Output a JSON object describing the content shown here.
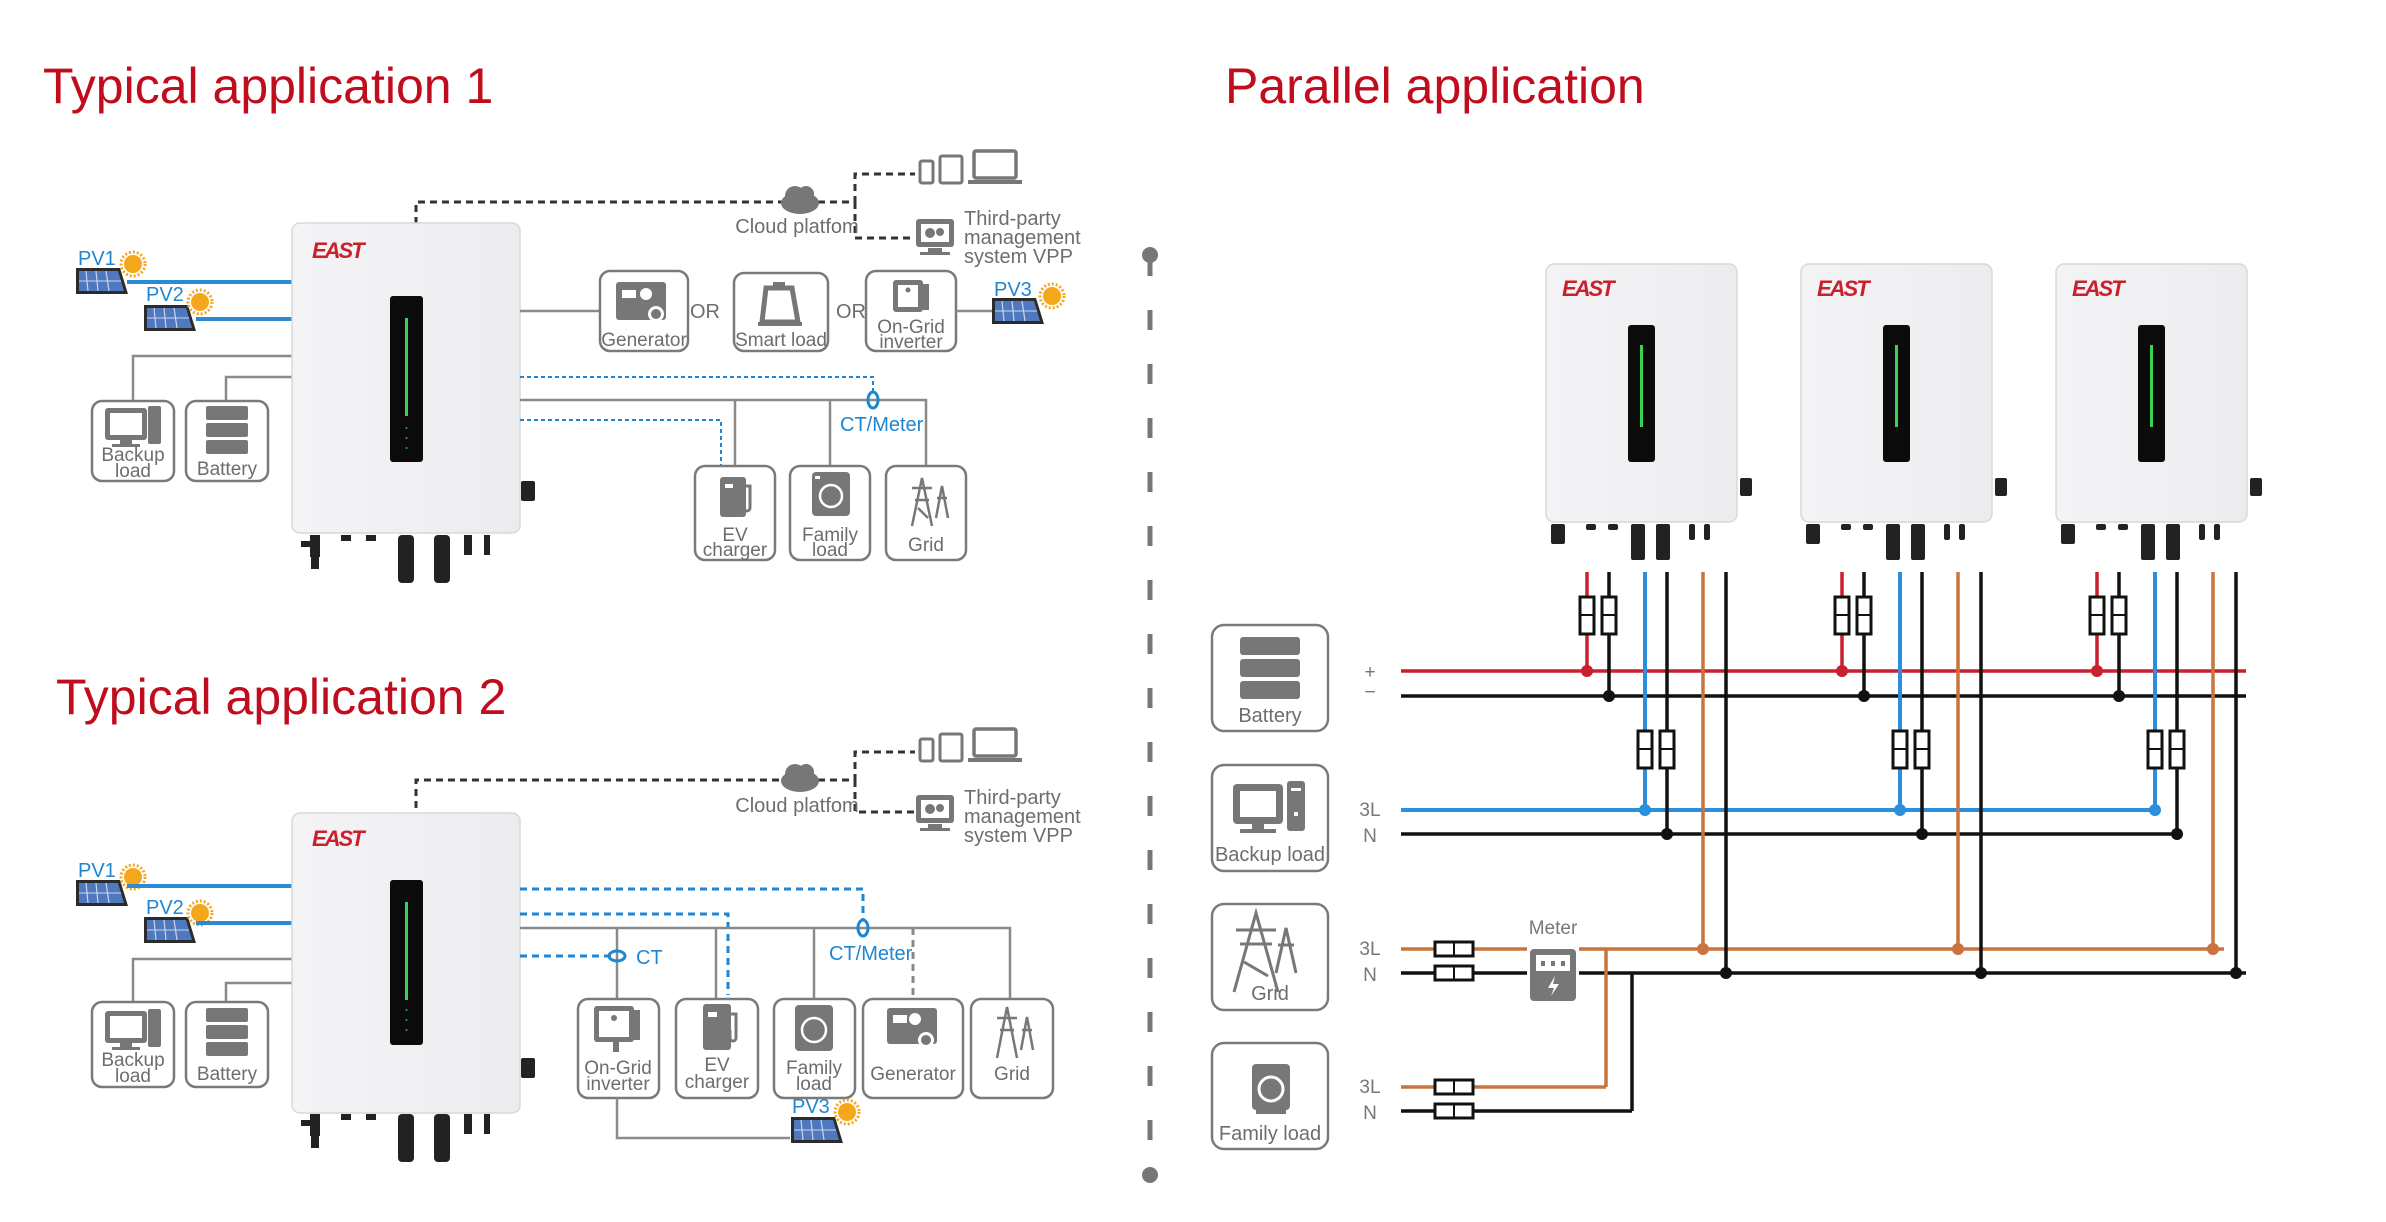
{
  "sections": {
    "app1": {
      "title": "Typical application 1",
      "pv1": "PV1",
      "pv2": "PV2",
      "pv3": "PV3",
      "cloud": "Cloud platfom",
      "vpp": [
        "Third-party",
        "management",
        "system VPP"
      ],
      "or": "OR",
      "options": [
        {
          "name": "generator",
          "lines": [
            "Generator"
          ]
        },
        {
          "name": "smart-load",
          "lines": [
            "Smart load"
          ]
        },
        {
          "name": "on-grid-inverter",
          "lines": [
            "On-Grid",
            "inverter"
          ]
        }
      ],
      "left_devices": [
        {
          "name": "backup-load",
          "lines": [
            "Backup",
            "load"
          ]
        },
        {
          "name": "battery",
          "lines": [
            "Battery"
          ]
        }
      ],
      "ct_label": "CT/Meter",
      "loads": [
        {
          "name": "ev-charger",
          "lines": [
            "EV",
            "charger"
          ]
        },
        {
          "name": "family-load",
          "lines": [
            "Family",
            "load"
          ]
        },
        {
          "name": "grid",
          "lines": [
            "Grid"
          ]
        }
      ]
    },
    "app2": {
      "title": "Typical application 2",
      "pv1": "PV1",
      "pv2": "PV2",
      "pv3": "PV3",
      "cloud": "Cloud platfom",
      "vpp": [
        "Third-party",
        "management",
        "system VPP"
      ],
      "left_devices": [
        {
          "name": "backup-load",
          "lines": [
            "Backup",
            "load"
          ]
        },
        {
          "name": "battery",
          "lines": [
            "Battery"
          ]
        }
      ],
      "ct_label": "CT",
      "ct_meter_label": "CT/Meter",
      "loads": [
        {
          "name": "on-grid-inverter",
          "lines": [
            "On-Grid",
            "inverter"
          ]
        },
        {
          "name": "ev-charger",
          "lines": [
            "EV",
            "charger"
          ]
        },
        {
          "name": "family-load",
          "lines": [
            "Family",
            "load"
          ]
        },
        {
          "name": "generator",
          "lines": [
            "Generator"
          ]
        },
        {
          "name": "grid",
          "lines": [
            "Grid"
          ]
        }
      ]
    },
    "parallel": {
      "title": "Parallel application",
      "inverter_count": 3,
      "devices": [
        {
          "name": "battery",
          "label": "Battery",
          "line1": "+",
          "line2": "−"
        },
        {
          "name": "backup-load",
          "label": "Backup load",
          "line1": "3L",
          "line2": "N"
        },
        {
          "name": "grid",
          "label": "Grid",
          "line1": "3L",
          "line2": "N"
        },
        {
          "name": "family-load",
          "label": "Family load",
          "line1": "3L",
          "line2": "N"
        }
      ],
      "meter_label": "Meter"
    }
  },
  "brand": "EAST",
  "colors": {
    "title": "#c00d1e",
    "dc_positive": "#c8202d",
    "backup_line": "#2b8fdc",
    "grid_line": "#c8743e",
    "neutral": "#111111",
    "led": "#39d353"
  }
}
